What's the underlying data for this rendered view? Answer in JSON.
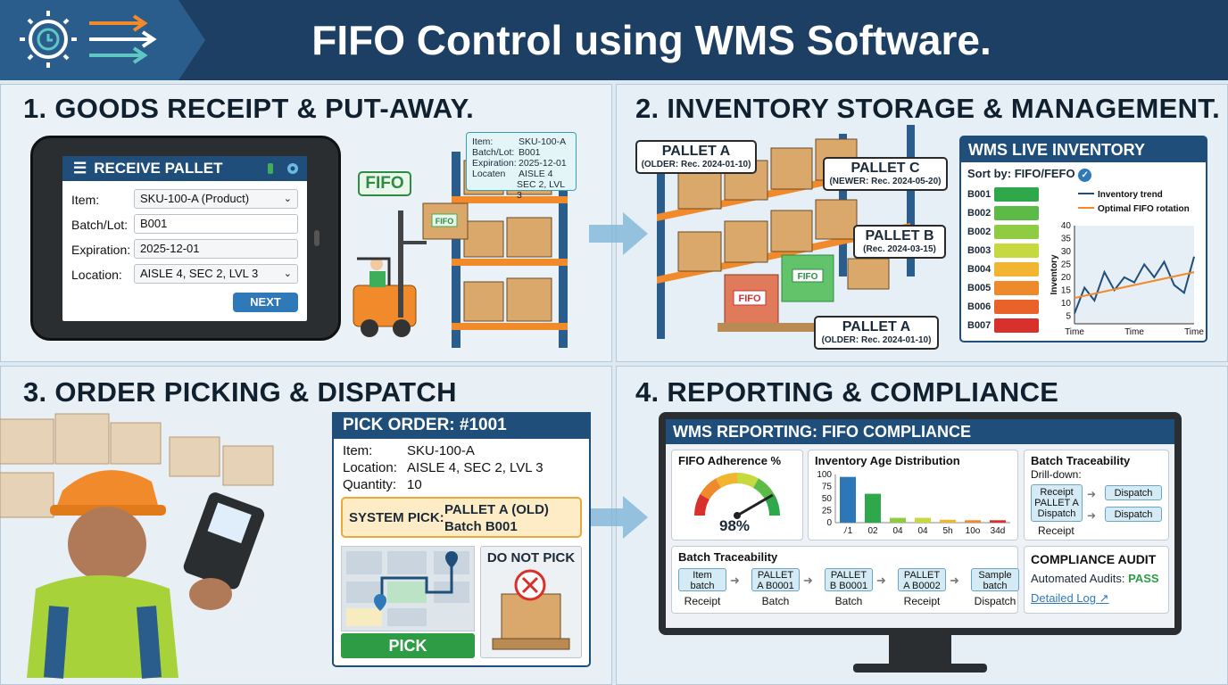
{
  "title": "FIFO Control using WMS Software.",
  "sections": {
    "s1": "1. GOODS RECEIPT & PUT-AWAY.",
    "s2": "2. INVENTORY STORAGE & MANAGEMENT.",
    "s3": "3. ORDER PICKING & DISPATCH",
    "s4": "4. REPORTING & COMPLIANCE"
  },
  "receive": {
    "header": "RECEIVE PALLET",
    "fields": [
      {
        "label": "Item:",
        "value": "SKU-100-A (Product)"
      },
      {
        "label": "Batch/Lot:",
        "value": "B001"
      },
      {
        "label": "Expiration:",
        "value": "2025-12-01"
      },
      {
        "label": "Location:",
        "value": "AISLE 4, SEC 2, LVL 3"
      }
    ],
    "next": "NEXT"
  },
  "putaway": {
    "fifo_tag": "FIFO",
    "box_label": "FIFO",
    "card": [
      {
        "k": "Item:",
        "v": "SKU-100-A"
      },
      {
        "k": "Batch/Lot:",
        "v": "B001"
      },
      {
        "k": "Expiration:",
        "v": "2025-12-01"
      },
      {
        "k": "Locaten",
        "v": "AISLE 4"
      },
      {
        "k": "",
        "v": "SEC 2, LVL 3"
      }
    ]
  },
  "storage": {
    "pallet_a_top": {
      "name": "PALLET A",
      "note": "(OLDER: Rec. 2024-01-10)"
    },
    "pallet_c": {
      "name": "PALLET C",
      "note": "(NEWER: Rec. 2024-05-20)"
    },
    "pallet_b": {
      "name": "PALLET B",
      "note": "(Rec. 2024-03-15)"
    },
    "pallet_a_bottom": {
      "name": "PALLET A",
      "note": "(OLDER: Rec. 2024-01-10)"
    },
    "box_fifo_red": "FIFO",
    "box_fifo_green": "FIFO"
  },
  "live": {
    "header": "WMS LIVE INVENTORY",
    "sort": "Sort by:  FIFO/FEFO",
    "legend_trend": "Inventory trend",
    "legend_rotation": "Optimal FIFO rotation",
    "batches": [
      "B001",
      "B002",
      "B002",
      "B003",
      "B004",
      "B005",
      "B006",
      "B007"
    ],
    "batch_colors": [
      "#2ea84a",
      "#5cbb47",
      "#8fcc44",
      "#c6d93e",
      "#f2b531",
      "#ee8a2c",
      "#e8622a",
      "#d8302a"
    ]
  },
  "chart_data": [
    {
      "type": "line",
      "title": "",
      "xlabel": "",
      "ylabel": "Inventory",
      "x_tick_labels": [
        "Time",
        "Time",
        "Time"
      ],
      "y_ticks": [
        5,
        10,
        15,
        20,
        25,
        30,
        35,
        40
      ],
      "ylim": [
        2,
        40
      ],
      "series": [
        {
          "name": "Inventory trend",
          "color": "#1f4e7a",
          "x": [
            0,
            1,
            2,
            3,
            4,
            5,
            6,
            7,
            8,
            9,
            10,
            11,
            12
          ],
          "values": [
            6,
            16,
            11,
            22,
            15,
            20,
            18,
            25,
            20,
            26,
            17,
            14,
            28
          ]
        },
        {
          "name": "Optimal FIFO rotation",
          "color": "#f08a2a",
          "x": [
            0,
            12
          ],
          "values": [
            12,
            22
          ]
        }
      ]
    },
    {
      "type": "bar",
      "title": "Inventory Age Distribution",
      "categories": [
        "ﾉ1",
        "02",
        "04",
        "04",
        "5h",
        "10o",
        "34d"
      ],
      "values": [
        95,
        60,
        10,
        10,
        6,
        5,
        5
      ],
      "colors": [
        "#2b77b8",
        "#2ea84a",
        "#8fcc44",
        "#c6d93e",
        "#f2b531",
        "#ee8a2c",
        "#d8302a"
      ],
      "y_ticks": [
        0,
        25,
        50,
        75,
        100
      ],
      "ylim": [
        0,
        100
      ]
    },
    {
      "type": "gauge",
      "title": "FIFO Adherence %",
      "value": 98,
      "label": "98%"
    }
  ],
  "pick": {
    "header": "PICK ORDER: #1001",
    "rows": [
      {
        "k": "Item:",
        "v": "SKU-100-A"
      },
      {
        "k": "Location:",
        "v": "AISLE 4, SEC 2, LVL 3"
      },
      {
        "k": "Quantity:",
        "v": "10"
      }
    ],
    "system_pick_label": "SYSTEM PICK:",
    "system_pick_value1": "PALLET A (OLD)",
    "system_pick_value2": "Batch B001",
    "pick_btn": "PICK",
    "do_not_pick": "DO NOT PICK"
  },
  "report": {
    "header": "WMS REPORTING: FIFO COMPLIANCE",
    "adherence_title": "FIFO Adherence %",
    "adherence_value": "98%",
    "age_title": "Inventory Age Distribution",
    "trace_title": "Batch Traceability",
    "drill": "Drill-down:",
    "trace_chip1": "Receipt PALLET A Dispatch",
    "trace_dispatch1": "Dispatch",
    "trace_dispatch2": "Dispatch",
    "trace_receipt": "Receipt",
    "flow_title": "Batch Traceability",
    "flow": [
      {
        "chip": "Item batch",
        "cap": "Receipt"
      },
      {
        "chip": "PALLET A B0001",
        "cap": "Batch"
      },
      {
        "chip": "PALLET B B0001",
        "cap": "Batch"
      },
      {
        "chip": "PALLET A B0002",
        "cap": "Receipt"
      },
      {
        "chip": "Sample batch",
        "cap": "Dispatch"
      }
    ],
    "audit_title": "COMPLIANCE AUDIT",
    "audit_label": "Automated Audits:",
    "audit_status": "PASS",
    "audit_link": "Detailed Log"
  }
}
